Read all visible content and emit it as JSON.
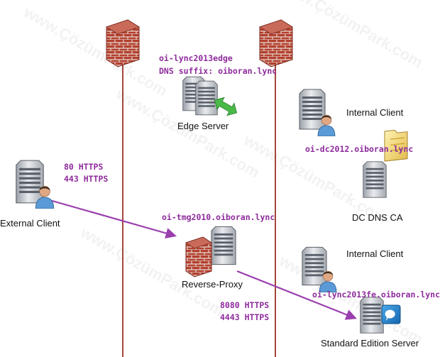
{
  "watermark": "www.ÇözümPark.com",
  "colors": {
    "line": "#a3473b",
    "arrow": "#9a3fae",
    "annotation": "#8e2b9c",
    "brick": "#b3402f",
    "server": "#c9ccd1",
    "edge_arrow": "#49b948"
  },
  "nodes": {
    "edge": {
      "name": "oi-lync2013edge",
      "dns": "DNS suffix: oiboran.lync",
      "label": "Edge Server"
    },
    "internal_client_top": {
      "label": "Internal Client",
      "host": "oi-dc2012.oiboran.lync"
    },
    "dc": {
      "label": "DC DNS CA"
    },
    "external_client": {
      "label": "External Client"
    },
    "reverse_proxy": {
      "host": "oi-tmg2010.oiboran.lync",
      "label": "Reverse-Proxy"
    },
    "internal_client_bottom": {
      "label": "Internal Client",
      "host": "oi-lync2013fe.oiboran.lync"
    },
    "standard_server": {
      "label": "Standard Edition Server"
    }
  },
  "connections": {
    "external_to_proxy": {
      "ports": [
        "80 HTTPS",
        "443 HTTPS"
      ]
    },
    "proxy_to_standard": {
      "ports": [
        "8080 HTTPS",
        "4443 HTTPS"
      ]
    }
  }
}
